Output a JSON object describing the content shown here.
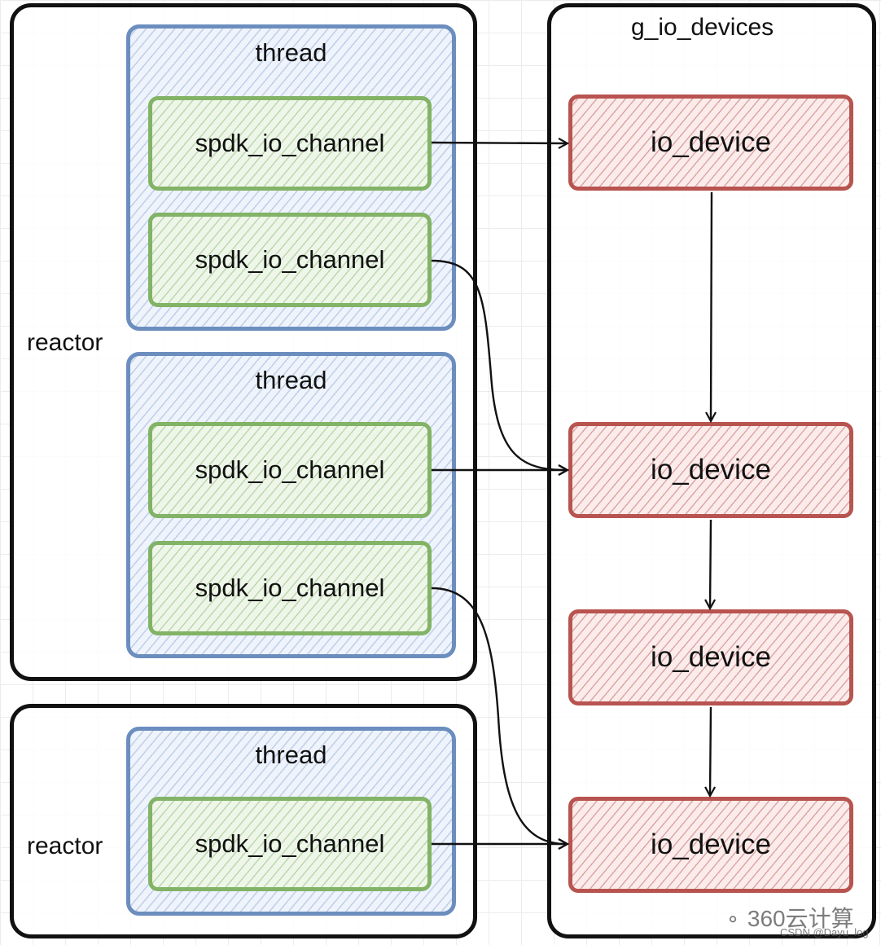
{
  "reactors": [
    {
      "label": "reactor"
    },
    {
      "label": "reactor"
    }
  ],
  "threads": [
    {
      "title": "thread",
      "channels": [
        "spdk_io_channel",
        "spdk_io_channel"
      ]
    },
    {
      "title": "thread",
      "channels": [
        "spdk_io_channel",
        "spdk_io_channel"
      ]
    },
    {
      "title": "thread",
      "channels": [
        "spdk_io_channel"
      ]
    }
  ],
  "devices_container": {
    "title": "g_io_devices"
  },
  "devices": [
    "io_device",
    "io_device",
    "io_device",
    "io_device"
  ],
  "watermark": {
    "brand": "360云计算",
    "credit": "CSDN @Dayu_log"
  },
  "colors": {
    "thread_stroke": "#6c8ebf",
    "channel_stroke": "#82b366",
    "device_stroke": "#b85450",
    "container_stroke": "#111111"
  }
}
